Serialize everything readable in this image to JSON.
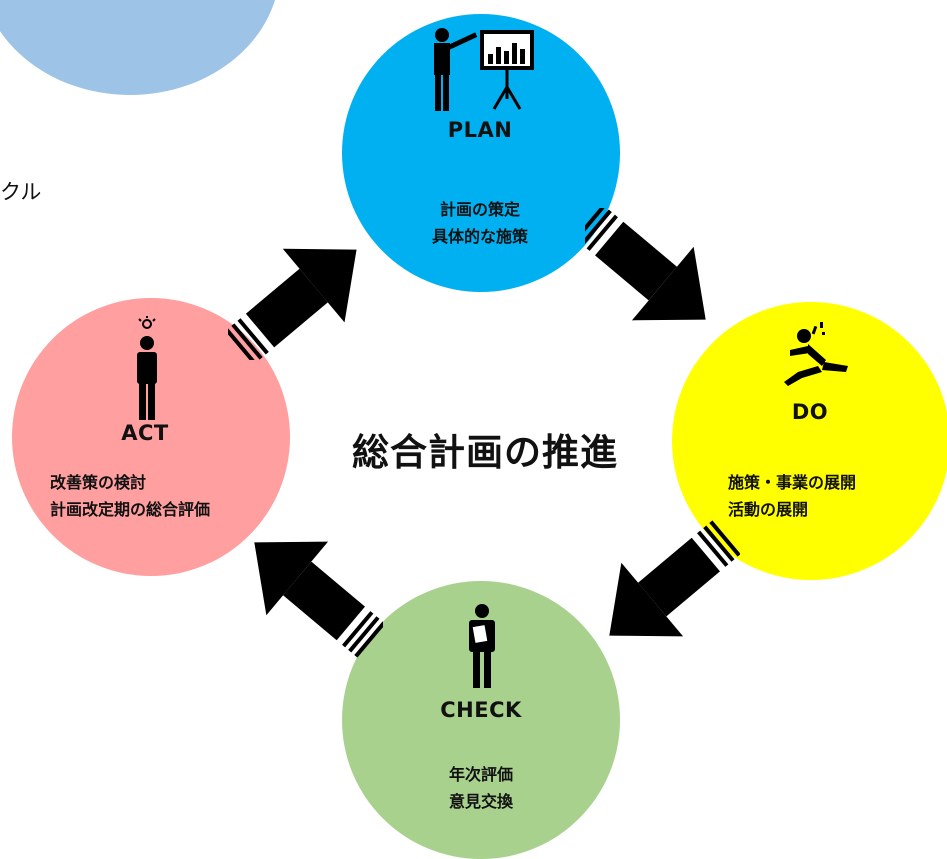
{
  "colors": {
    "bg_partial_circle": "#9dc3e6",
    "plan": "#00b0f0",
    "do": "#ffff00",
    "check": "#a9d18e",
    "act": "#ff9f9f",
    "arrow": "#000000"
  },
  "cut_text": "クル",
  "center_title": "総合計画の推進",
  "plan": {
    "title": "PLAN",
    "lines": [
      "計画の策定",
      "具体的な施策"
    ],
    "icon": "presenter-icon"
  },
  "do": {
    "title": "DO",
    "lines": [
      "施策・事業の展開",
      "活動の展開"
    ],
    "icon": "running-person-icon"
  },
  "check": {
    "title": "CHECK",
    "lines": [
      "年次評価",
      "意見交換"
    ],
    "icon": "person-with-clipboard-icon"
  },
  "act": {
    "title": "ACT",
    "lines": [
      "改善策の検討",
      "計画改定期の総合評価"
    ],
    "icon": "person-with-idea-icon"
  }
}
